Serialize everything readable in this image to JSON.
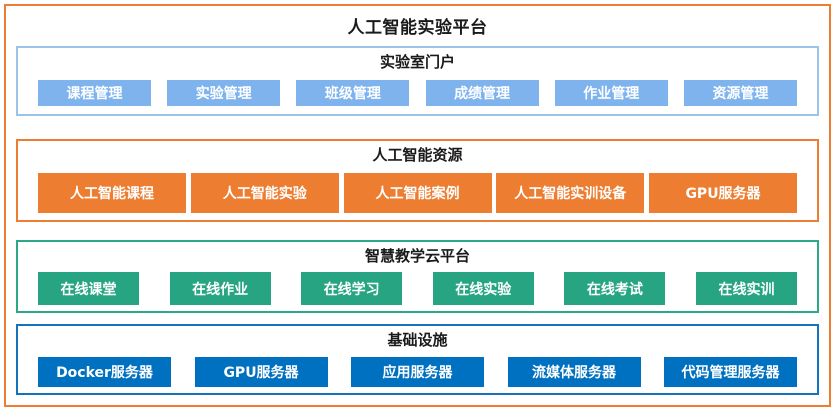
{
  "title": "人工智能实验平台",
  "colors": {
    "outer_border": "#ED7D31",
    "title_text": "#1a1a1a",
    "button_text": "#ffffff"
  },
  "layers": [
    {
      "id": "lab-portal",
      "title": "实验室门户",
      "border_color": "#9CC3E8",
      "button_color": "#7EB3EE",
      "items": [
        "课程管理",
        "实验管理",
        "班级管理",
        "成绩管理",
        "作业管理",
        "资源管理"
      ]
    },
    {
      "id": "ai-resources",
      "title": "人工智能资源",
      "border_color": "#ED7D31",
      "button_color": "#ED7D31",
      "items": [
        "人工智能课程",
        "人工智能实验",
        "人工智能案例",
        "人工智能实训设备",
        "GPU服务器"
      ]
    },
    {
      "id": "smart-teaching-cloud",
      "title": "智慧教学云平台",
      "border_color": "#2BA888",
      "button_color": "#27A583",
      "items": [
        "在线课堂",
        "在线作业",
        "在线学习",
        "在线实验",
        "在线考试",
        "在线实训"
      ]
    },
    {
      "id": "infrastructure",
      "title": "基础设施",
      "border_color": "#1572BB",
      "button_color": "#0070C0",
      "items": [
        "Docker服务器",
        "GPU服务器",
        "应用服务器",
        "流媒体服务器",
        "代码管理服务器"
      ]
    }
  ]
}
